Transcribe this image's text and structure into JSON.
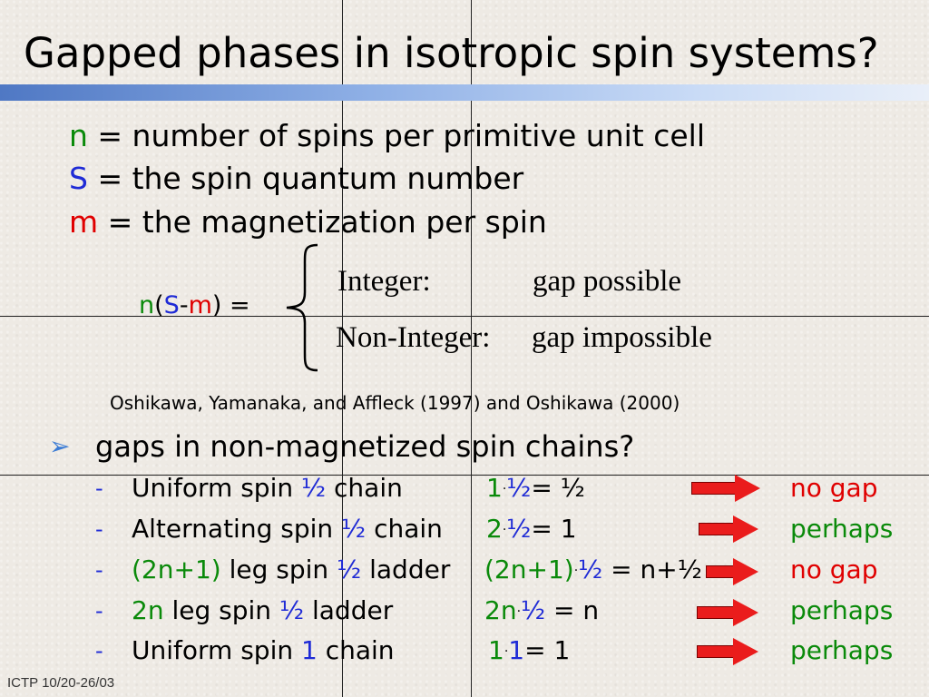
{
  "title": "Gapped phases in isotropic spin systems?",
  "definitions": [
    {
      "symbol": "n",
      "text": " = number of spins per primitive unit cell"
    },
    {
      "symbol": "S",
      "text": " = the spin quantum number"
    },
    {
      "symbol": "m",
      "text": " = the magnetization per spin"
    }
  ],
  "formula": {
    "n": "n",
    "open": "(",
    "S": "S",
    "minus": "-",
    "m": "m",
    "close": ")",
    "eq": " ="
  },
  "cases": [
    {
      "label": "Integer:",
      "result": "gap possible"
    },
    {
      "label": "Non-Integer:",
      "result": "gap impossible"
    }
  ],
  "citation": "Oshikawa, Yamanaka, and Affleck (1997) and Oshikawa (2000)",
  "bullet": "gaps in non-magnetized spin chains?",
  "rows": [
    {
      "dash": "-",
      "pre": "Uniform spin ",
      "spin": "½",
      "post": " chain",
      "c1": "1",
      "dot": "·",
      "c2": "½",
      "c3": "= ½",
      "result": "no gap"
    },
    {
      "dash": "-",
      "pre": "Alternating spin ",
      "spin": "½",
      "post": " chain",
      "c1": "2",
      "dot": "·",
      "c2": "½",
      "c3": "= 1",
      "result": "perhaps"
    },
    {
      "dash": "-",
      "pre_colored": "(2n+1)",
      "pre": " leg spin ",
      "spin": "½",
      "post": " ladder",
      "c1": "(2n+1)",
      "dot": "·",
      "c2": "½",
      "c3": " = n+½",
      "result": "no gap"
    },
    {
      "dash": "-",
      "pre_colored": "2n",
      "pre": " leg spin ",
      "spin": "½",
      "post": " ladder",
      "c1": "2n",
      "dot": "·",
      "c2": "½",
      "c3": " = n",
      "result": "perhaps"
    },
    {
      "dash": "-",
      "pre": "Uniform spin ",
      "spin": "1",
      "post": " chain",
      "c1": "1",
      "dot": "·",
      "c2": "1",
      "c3": "= 1",
      "result": "perhaps"
    }
  ],
  "footer": "ICTP 10/20-26/03",
  "colors": {
    "green": "#0a8a0a",
    "blue": "#1f2bd6",
    "red": "#e00000",
    "arrow": "#ea1c1c",
    "title_bar": "#4f78c4"
  }
}
